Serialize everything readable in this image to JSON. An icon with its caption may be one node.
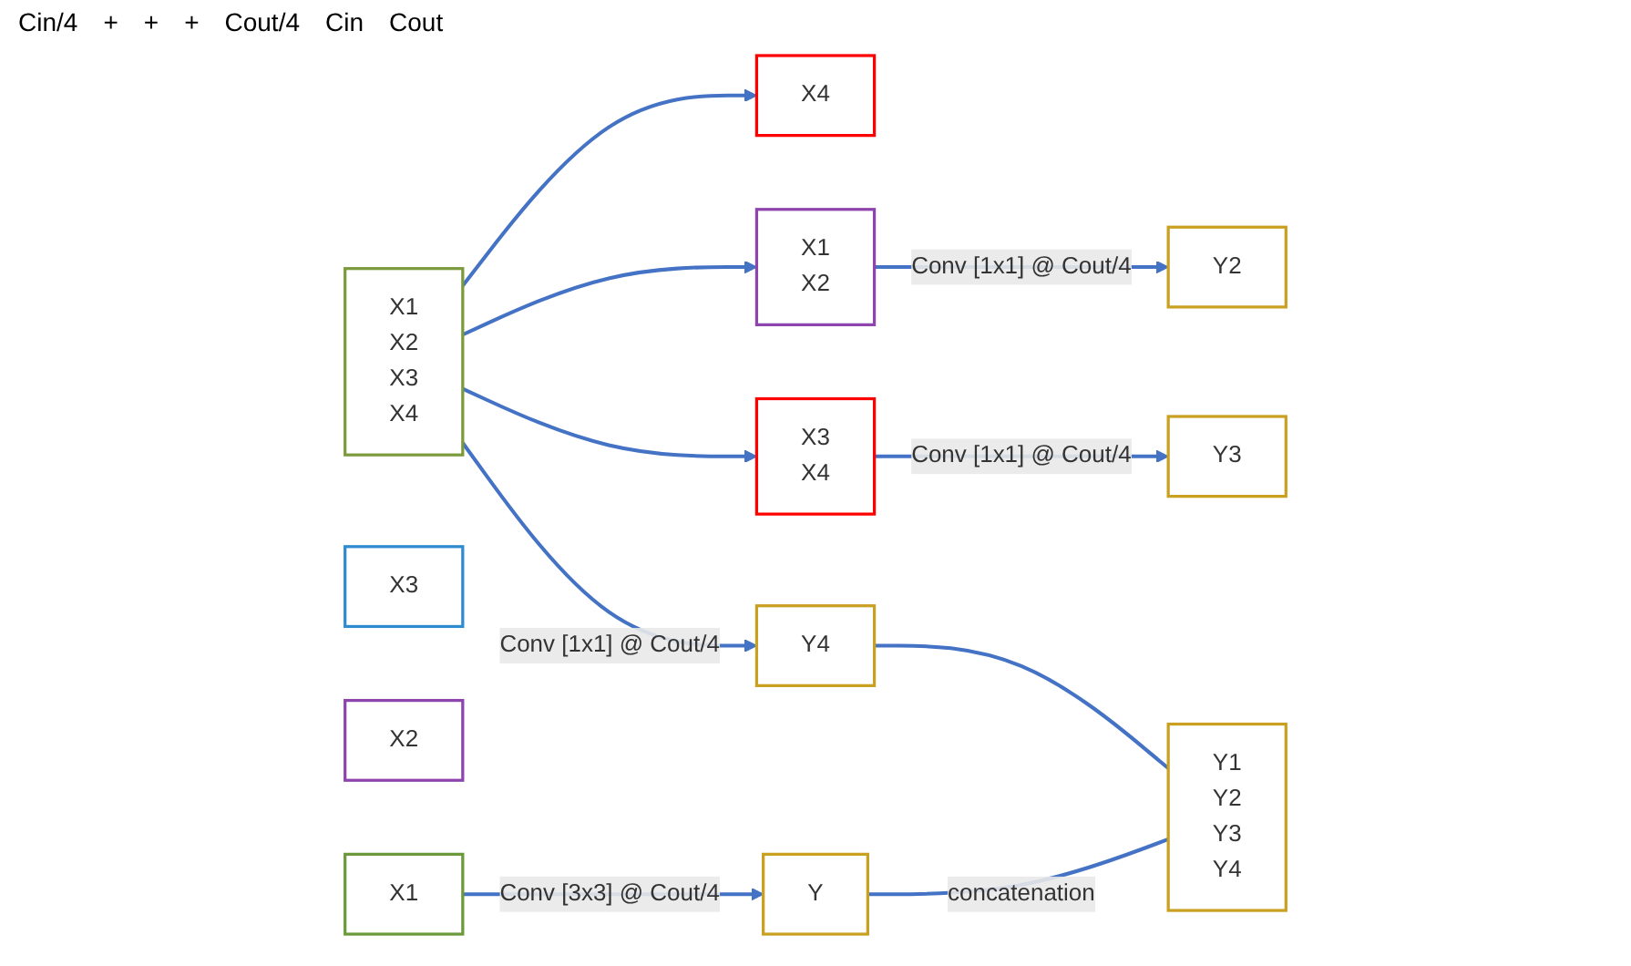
{
  "diagram": {
    "nodes": [
      {
        "text": [
          "X1",
          "X2",
          "X3",
          "X4"
        ]
      },
      {
        "text": [
          "X4"
        ]
      },
      {
        "text": [
          "X3"
        ]
      },
      {
        "text": [
          "X2"
        ]
      },
      {
        "text": [
          "X1"
        ]
      },
      {
        "text": [
          "Y"
        ]
      },
      {
        "text": [
          "X1",
          "X2"
        ]
      },
      {
        "text": [
          "Y2"
        ]
      },
      {
        "text": [
          "X3",
          "X4"
        ]
      },
      {
        "text": [
          "Y3"
        ]
      },
      {
        "text": [
          "Y4"
        ]
      },
      {
        "text": [
          "Y1",
          "Y2",
          "Y3",
          "Y4"
        ]
      }
    ],
    "edges": [
      {
        "from": 0,
        "to": 1,
        "arrow": "to"
      },
      {
        "from": 0,
        "to": 6,
        "arrow": "to"
      },
      {
        "from": 0,
        "to": 8,
        "arrow": "to"
      },
      {
        "from": 0,
        "to": 10,
        "arrow": "to",
        "label": "Conv [1x1] @ Cout/4"
      },
      {
        "from": 4,
        "to": 5,
        "arrow": "to",
        "label": "Conv [3x3] @ Cout/4"
      },
      {
        "from": 6,
        "to": 7,
        "arrow": "to",
        "label": "Conv [1x1] @ Cout/4"
      },
      {
        "from": 8,
        "to": 9,
        "arrow": "to",
        "label": "Conv [1x1] @ Cout/4"
      },
      {
        "from": 5,
        "to": 11,
        "arrow": "none",
        "label": "concatenation"
      },
      {
        "from": 10,
        "to": 11,
        "arrow": "none"
      }
    ],
    "labels": [
      "Cin/4",
      "+",
      "+",
      "+",
      "Cout/4",
      "Cin",
      "Cout"
    ]
  }
}
